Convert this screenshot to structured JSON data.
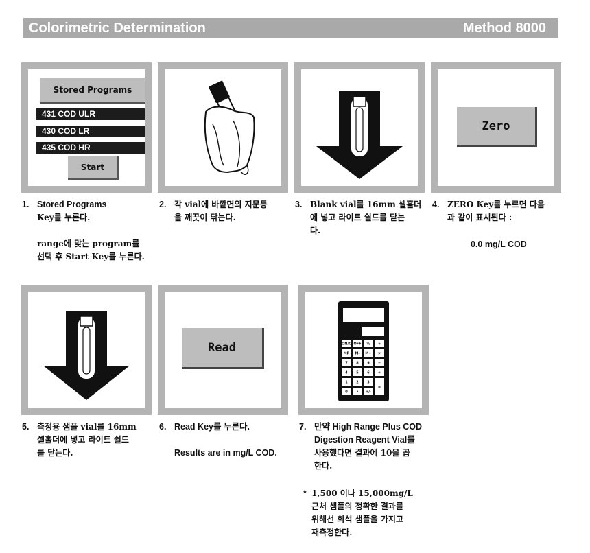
{
  "header": {
    "title": "Colorimetric Determination",
    "method": "Method 8000"
  },
  "step1": {
    "stored_programs_button": "Stored Programs",
    "programs": [
      "431  COD ULR",
      "430 COD LR",
      "435  COD HR"
    ],
    "start_button": "Start",
    "num": "1.",
    "line1": "Stored Programs",
    "line2": "Key를 누른다.",
    "line3": "range에 맞는 program를",
    "line4": "선택 후 Start Key를 누른다."
  },
  "step2": {
    "num": "2.",
    "line1": "각 vial에 바깥면의 지문등",
    "line2": "을 깨끗이 닦는다."
  },
  "step3": {
    "num": "3.",
    "line1": "Blank vial를 16mm 셀홀더",
    "line2": "에 넣고 라이트 쉴드를 닫는",
    "line3": "다."
  },
  "step4": {
    "zero_button": "Zero",
    "num": "4.",
    "line1": "ZERO Key를 누르면 다음",
    "line2": "과 같이 표시된다 :",
    "display": "0.0 mg/L  COD"
  },
  "step5": {
    "num": "5.",
    "line1": "측정용 샘플 vial를 16mm",
    "line2": "셀홀더에 넣고 라이트 쉴드",
    "line3": "를 닫는다."
  },
  "step6": {
    "read_button": "Read",
    "num": "6.",
    "line1": "Read Key를 누른다.",
    "line2": "Results are in mg/L  COD."
  },
  "step7": {
    "num": "7.",
    "line1": "만약 High Range Plus COD",
    "line2": "Digestion Reagent Vial를",
    "line3": "사용했다면 결과에 10을 곱",
    "line4": "한다.",
    "note_mark": "*",
    "note1": "1,500 이나 15,000mg/L",
    "note2": "근처 샘플의 정확한 결과를",
    "note3": "위해선 희석 샘플을 가지고",
    "note4": "재측정한다."
  },
  "calculator": {
    "keys": [
      "ON/C",
      "OFF",
      "%",
      "÷",
      "MR",
      "M-",
      "M+",
      "×",
      "7",
      "8",
      "9",
      "−",
      "4",
      "5",
      "6",
      "+",
      "1",
      "2",
      "3",
      "=",
      "0",
      "•",
      "+/-"
    ]
  },
  "colors": {
    "panel_border": "#b4b4b4",
    "header_bg": "#a9a9a9",
    "button_gray": "#bdbdbd"
  }
}
